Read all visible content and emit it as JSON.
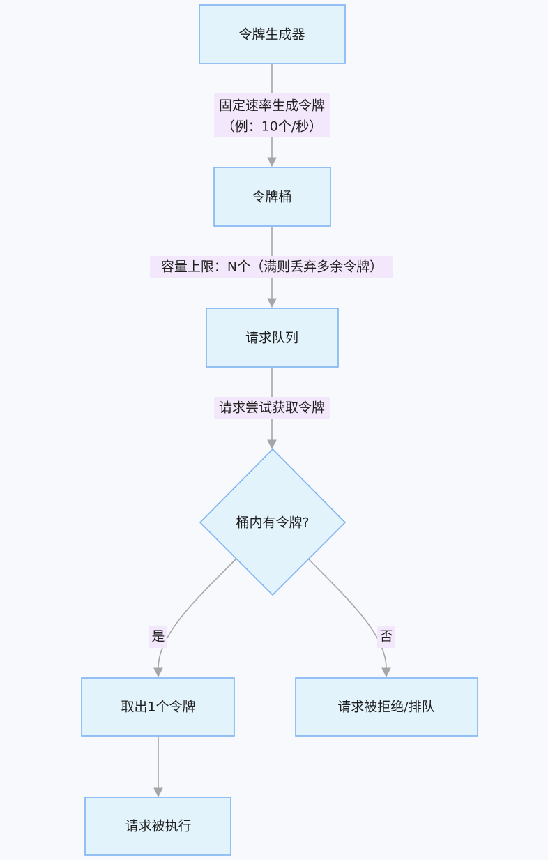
{
  "nodes": {
    "generator": "令牌生成器",
    "bucket": "令牌桶",
    "queue": "请求队列",
    "decision": "桶内有令牌?",
    "take_token": "取出1个令牌",
    "rejected": "请求被拒绝/排队",
    "executed": "请求被执行"
  },
  "edges": {
    "generator_to_bucket": [
      "固定速率生成令牌",
      "（例：10个/秒）"
    ],
    "bucket_to_queue": "容量上限：N个（满则丢弃多余令牌）",
    "queue_to_decision": "请求尝试获取令牌",
    "decision_yes": "是",
    "decision_no": "否"
  },
  "colors": {
    "node_fill": "#e2f3fc",
    "node_stroke": "#7eb3f2",
    "edge_stroke": "#a6a6a6",
    "label_bg": "#f3e8fb",
    "background": "#f8f9fc"
  }
}
